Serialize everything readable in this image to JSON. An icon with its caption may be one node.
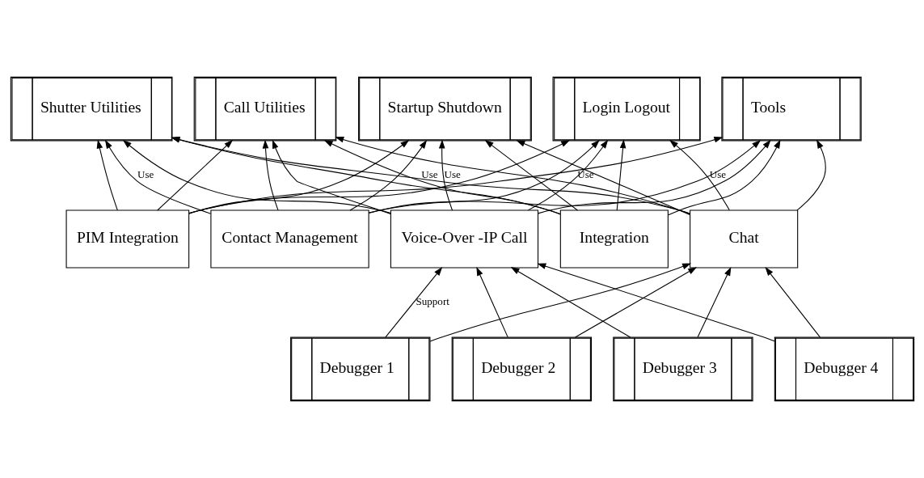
{
  "diagram": {
    "nodes": [
      {
        "text": [
          "Startup Shutdown"
        ]
      },
      {
        "text": [
          "Login Logout"
        ]
      },
      {
        "text": [
          "Call Utilities"
        ]
      },
      {
        "text": [
          "Tools"
        ]
      },
      {
        "text": [
          "Shutter Utilities"
        ]
      },
      {
        "text": [
          "Voice-Over -IP Call"
        ]
      },
      {
        "text": [
          "Chat"
        ]
      },
      {
        "text": [
          "Integration"
        ]
      },
      {
        "text": [
          "PIM Integration"
        ]
      },
      {
        "text": [
          "Contact Management"
        ]
      },
      {
        "text": [
          "Debugger 1"
        ]
      },
      {
        "text": [
          "Debugger 2"
        ]
      },
      {
        "text": [
          "Debugger 3"
        ]
      },
      {
        "text": [
          "Debugger 4"
        ]
      }
    ],
    "edges": [
      {
        "from": 5,
        "to": 0,
        "arrow": "to",
        "label": "Use"
      },
      {
        "from": 5,
        "to": 1,
        "arrow": "to"
      },
      {
        "from": 5,
        "to": 2,
        "arrow": "to"
      },
      {
        "from": 5,
        "to": 3,
        "arrow": "to"
      },
      {
        "from": 5,
        "to": 4,
        "arrow": "to"
      },
      {
        "from": 6,
        "to": 0,
        "arrow": "to"
      },
      {
        "from": 6,
        "to": 1,
        "arrow": "to",
        "label": "Use"
      },
      {
        "from": 6,
        "to": 2,
        "arrow": "to"
      },
      {
        "from": 6,
        "to": 3,
        "arrow": "to"
      },
      {
        "from": 6,
        "to": 4,
        "arrow": "to"
      },
      {
        "from": 7,
        "to": 0,
        "arrow": "to"
      },
      {
        "from": 7,
        "to": 1,
        "arrow": "to"
      },
      {
        "from": 7,
        "to": 2,
        "arrow": "to",
        "label": "Use"
      },
      {
        "from": 7,
        "to": 3,
        "arrow": "to"
      },
      {
        "from": 7,
        "to": 4,
        "arrow": "to"
      },
      {
        "from": 8,
        "to": 0,
        "arrow": "to"
      },
      {
        "from": 8,
        "to": 1,
        "arrow": "to"
      },
      {
        "from": 8,
        "to": 2,
        "arrow": "to"
      },
      {
        "from": 8,
        "to": 3,
        "arrow": "to",
        "label": "Use"
      },
      {
        "from": 8,
        "to": 4,
        "arrow": "to"
      },
      {
        "from": 9,
        "to": 0,
        "arrow": "to"
      },
      {
        "from": 9,
        "to": 1,
        "arrow": "to"
      },
      {
        "from": 9,
        "to": 2,
        "arrow": "to"
      },
      {
        "from": 9,
        "to": 3,
        "arrow": "to"
      },
      {
        "from": 9,
        "to": 4,
        "arrow": "to",
        "label": "Use"
      },
      {
        "from": 10,
        "to": 5,
        "arrow": "to",
        "label": "Support"
      },
      {
        "from": 10,
        "to": 6,
        "arrow": "to"
      },
      {
        "from": 11,
        "to": 5,
        "arrow": "to"
      },
      {
        "from": 11,
        "to": 6,
        "arrow": "to"
      },
      {
        "from": 12,
        "to": 5,
        "arrow": "to"
      },
      {
        "from": 12,
        "to": 6,
        "arrow": "to"
      },
      {
        "from": 13,
        "to": 5,
        "arrow": "to"
      },
      {
        "from": 13,
        "to": 6,
        "arrow": "to"
      }
    ]
  }
}
